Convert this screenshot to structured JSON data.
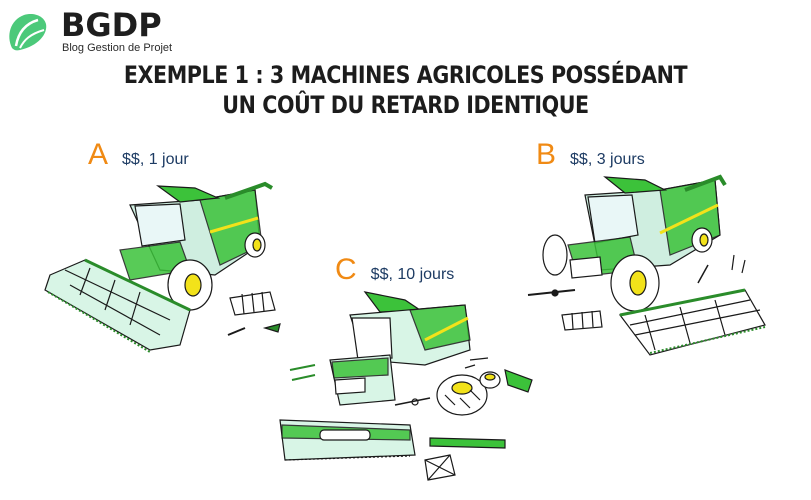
{
  "logo": {
    "name": "BGDP",
    "subtitle": "Blog Gestion de Projet",
    "color": "#4cc97a"
  },
  "title": {
    "line1": "EXEMPLE 1 : 3 MACHINES AGRICOLES POSSÉDANT",
    "line2": "UN COÛT DU RETARD IDENTIQUE"
  },
  "machines": [
    {
      "letter": "A",
      "cost": "$$, 1 jour",
      "state": "header detached, minor parts removed"
    },
    {
      "letter": "B",
      "cost": "$$, 3 jours",
      "state": "header detached, some parts removed"
    },
    {
      "letter": "C",
      "cost": "$$, 10 jours",
      "state": "fully disassembled"
    }
  ],
  "colors": {
    "letter": "#f08a14",
    "cost_text": "#1d3b63",
    "machine_green": "#2fb52a",
    "machine_yellow": "#f2e21a",
    "title": "#1c1c1c"
  }
}
